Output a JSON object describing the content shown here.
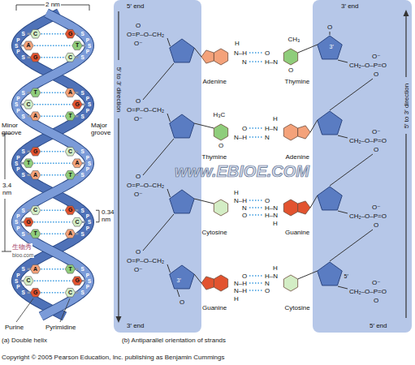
{
  "diagram": {
    "labels": [
      "2 nm",
      "Minor groove",
      "Major groove",
      "3.4 nm",
      "0.34 nm",
      "Purine",
      "Pyrimidine",
      "(a) Double helix",
      "生物秀",
      "bioo.com",
      "(b) Antiparallel orientation of strands",
      "Copyright © 2005 Pearson Education, Inc. publishing as Benjamin Cummings",
      "www.EBIOE.COM",
      "5′ end",
      "3′ end",
      "3′ end",
      "5′ end",
      "5′ to 3′ direction",
      "5′ to 3′ direction",
      "Adenine",
      "Thymine",
      "Thymine",
      "Adenine",
      "Cytosine",
      "Guanine",
      "Guanine",
      "Cytosine",
      "O",
      "O=P–O–CH₂",
      "O⁻",
      "O",
      "O=P–O–CH₂",
      "O⁻",
      "O",
      "O=P–O–CH₂",
      "O⁻",
      "O",
      "O=P–O–CH₂",
      "O⁻",
      "O⁻",
      "CH₂–O–P=O",
      "O",
      "O⁻",
      "CH₂–O–P=O",
      "O",
      "O⁻",
      "CH₂–O–P=O",
      "O",
      "O⁻",
      "CH₂–O–P=O",
      "O",
      "3′",
      "3′",
      "5′",
      "O",
      "O",
      "H",
      "N–H",
      "N",
      "CH₃",
      "O",
      "H–N",
      "O",
      "H₃C",
      "O",
      "N–H",
      "O",
      "H",
      "H–N",
      "N",
      "H",
      "N–H",
      "N",
      "O",
      "O",
      "H–N",
      "H–N",
      "H",
      "O",
      "N–H",
      "N–H",
      "H",
      "H",
      "H–N",
      "N",
      "O",
      "C",
      "G",
      "S",
      "S",
      "A",
      "T",
      "S",
      "S",
      "G",
      "C",
      "S",
      "S",
      "T",
      "A",
      "S",
      "S",
      "C",
      "G",
      "S",
      "S",
      "A",
      "T",
      "S",
      "S",
      "G",
      "C",
      "S",
      "S",
      "T",
      "A",
      "S",
      "S",
      "A",
      "T",
      "S",
      "S",
      "C",
      "G",
      "S",
      "S",
      "G",
      "C",
      "S",
      "S",
      "T",
      "A",
      "S",
      "S",
      "A",
      "T",
      "S",
      "S",
      "C",
      "G",
      "S",
      "S",
      "G",
      "C",
      "S",
      "S",
      "P",
      "P",
      "P",
      "P",
      "P",
      "P",
      "P",
      "P",
      "P",
      "P",
      "P",
      "P",
      "P",
      "P",
      "P",
      "P",
      "P",
      "P",
      "P",
      "P"
    ]
  }
}
